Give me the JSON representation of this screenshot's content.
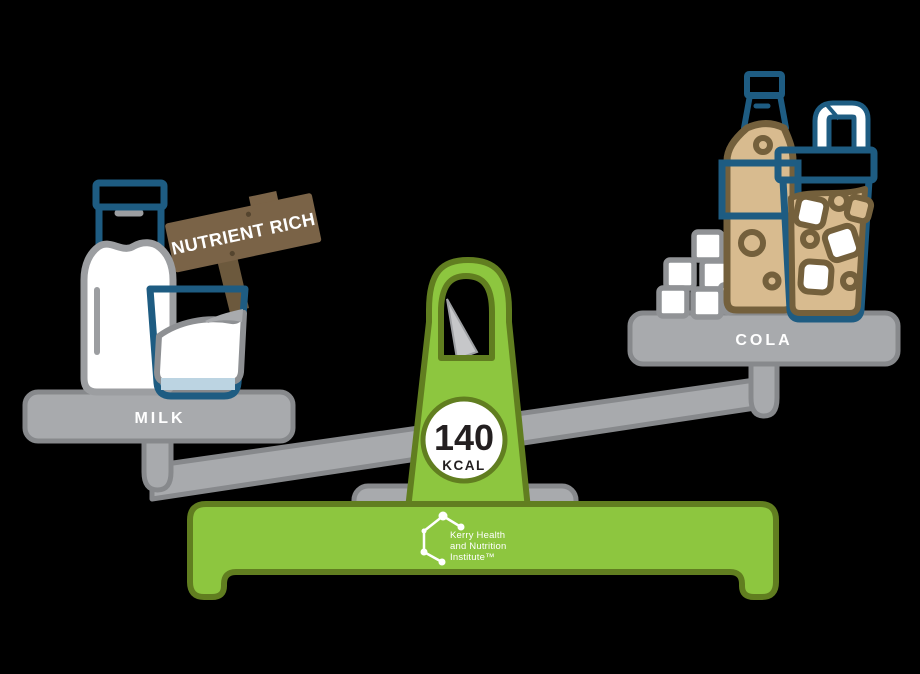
{
  "illustration": {
    "background": "#000000",
    "left_pan": {
      "platform_label": "MILK",
      "sign_label": "NUTRIENT RICH",
      "items": [
        "milk-bottle-icon",
        "milk-glass-icon",
        "wooden-sign-icon"
      ]
    },
    "right_pan": {
      "platform_label": "COLA",
      "items": [
        "sugar-cubes-icon",
        "cola-bottle-icon",
        "iced-drink-cup-icon",
        "straw-icon"
      ]
    },
    "scale": {
      "value": "140",
      "unit": "KCAL",
      "tilt": "left-side-down"
    },
    "brand": {
      "line1": "Kerry Health",
      "line2": "and Nutrition",
      "line3": "Institute™"
    },
    "colors": {
      "green": "#8DC63F",
      "green_dark": "#617E20",
      "gray": "#A8AAAD",
      "gray_dark": "#87898C",
      "blue_dark": "#1E5C82",
      "blue_light": "#BCD4E2",
      "blue_medium": "#9EC1D5",
      "tan": "#D8BB8F",
      "brown": "#74603C",
      "sign_brown": "#7A6347",
      "text_black": "#231F20",
      "white": "#FFFFFF"
    }
  }
}
